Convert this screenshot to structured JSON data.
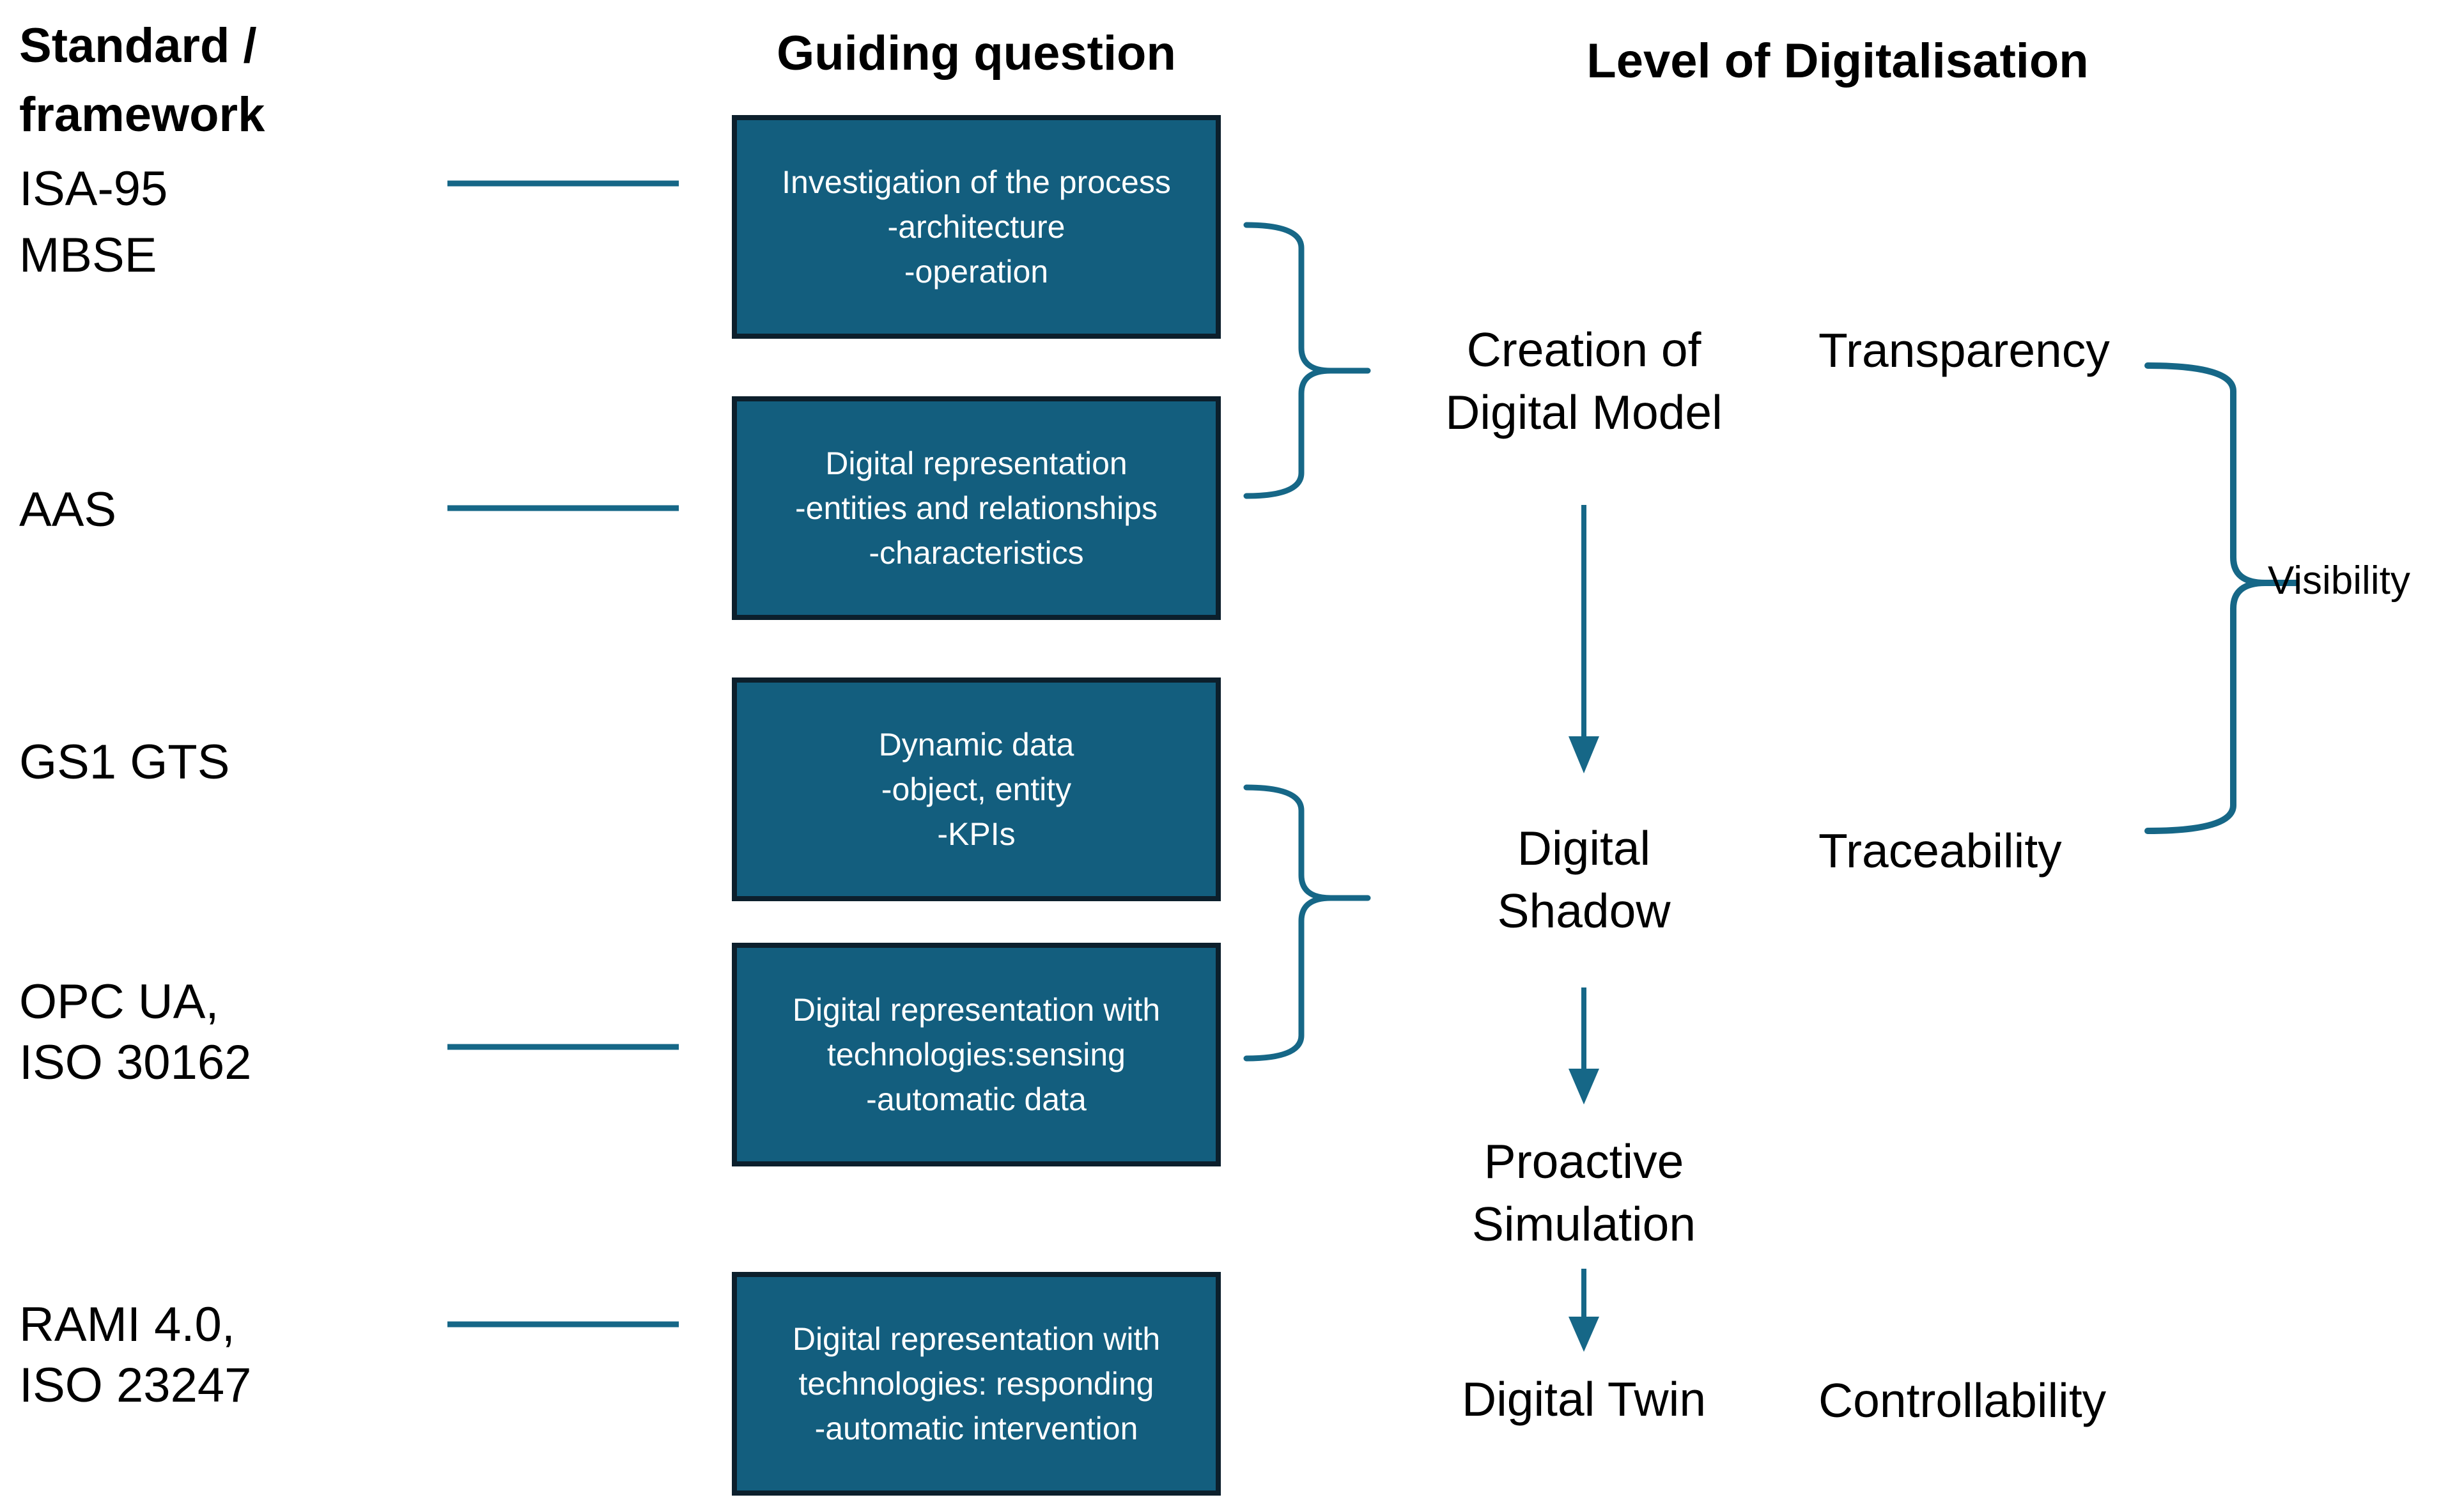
{
  "colors": {
    "box_fill": "#135e7e",
    "box_border": "#0c1f2c",
    "accent_line": "#166787",
    "text_dark": "#000000",
    "text_light": "#ffffff",
    "background": "#ffffff"
  },
  "headers": {
    "standards": "Standard /\nframework",
    "guiding": "Guiding question",
    "level": "Level of Digitalisation"
  },
  "standards": {
    "items": [
      {
        "label": "ISA-95",
        "connected": true
      },
      {
        "label": "MBSE",
        "connected": false
      },
      {
        "label": "AAS",
        "connected": true
      },
      {
        "label": "GS1 GTS",
        "connected": false
      },
      {
        "label": "OPC UA,\nISO 30162",
        "connected": true
      },
      {
        "label": "RAMI 4.0,\nISO 23247",
        "connected": true
      }
    ]
  },
  "guiding_boxes": [
    {
      "text": "Investigation of the process\n-architecture\n-operation"
    },
    {
      "text": "Digital representation\n-entities and relationships\n-characteristics"
    },
    {
      "text": "Dynamic data\n-object, entity\n-KPIs"
    },
    {
      "text": "Digital representation with\ntechnologies:sensing\n-automatic data"
    },
    {
      "text": "Digital representation with\ntechnologies: responding\n-automatic intervention"
    }
  ],
  "levels": [
    {
      "label": "Creation of\nDigital Model"
    },
    {
      "label": "Digital\nShadow"
    },
    {
      "label": "Proactive\nSimulation"
    },
    {
      "label": "Digital Twin"
    }
  ],
  "qualities": [
    {
      "label": "Transparency"
    },
    {
      "label": "Traceability"
    },
    {
      "label": "Controllability"
    }
  ],
  "visibility": {
    "label": "Visibility"
  }
}
